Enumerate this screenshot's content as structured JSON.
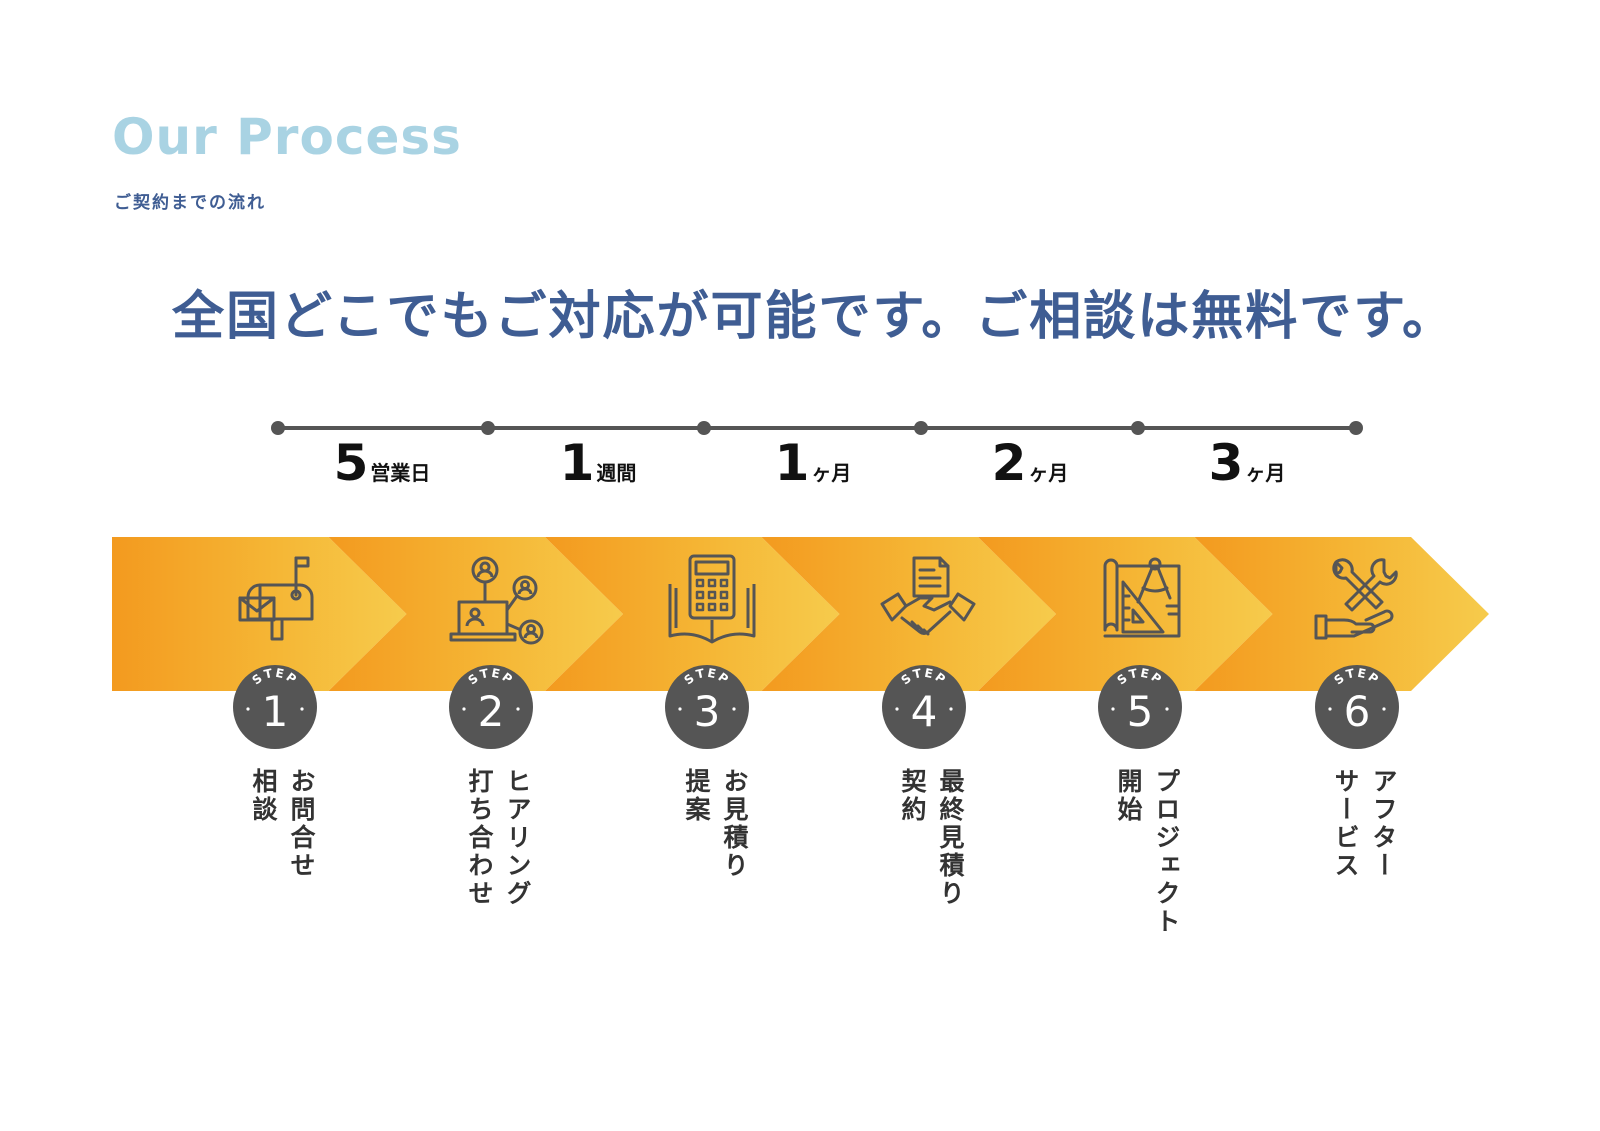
{
  "header": {
    "title": "Our Process",
    "subtitle": "ご契約までの流れ",
    "headline": "全国どこでもご対応が可能です。ご相談は無料です。"
  },
  "badge_label": "STEP",
  "durations": [
    {
      "num": "5",
      "unit": "営業日"
    },
    {
      "num": "1",
      "unit": "週間"
    },
    {
      "num": "1",
      "unit": "ヶ月"
    },
    {
      "num": "2",
      "unit": "ヶ月"
    },
    {
      "num": "3",
      "unit": "ヶ月"
    }
  ],
  "steps": [
    {
      "number": "1",
      "icon": "mailbox-icon",
      "lines": [
        "お問合せ",
        "相談"
      ]
    },
    {
      "number": "2",
      "icon": "online-meeting-icon",
      "lines": [
        "ヒアリング",
        "打ち合わせ"
      ]
    },
    {
      "number": "3",
      "icon": "calculator-book-icon",
      "lines": [
        "お見積り",
        "提案"
      ]
    },
    {
      "number": "4",
      "icon": "handshake-contract-icon",
      "lines": [
        "最終見積り",
        "契約"
      ]
    },
    {
      "number": "5",
      "icon": "blueprint-compass-icon",
      "lines": [
        "プロジェクト",
        "開始"
      ]
    },
    {
      "number": "6",
      "icon": "tools-hand-icon",
      "lines": [
        "アフター",
        "サービス"
      ]
    }
  ],
  "colors": {
    "title": "#a9d3e3",
    "navy": "#3f5d93",
    "arrow_dark": "#f39a1f",
    "arrow_light": "#f6c94a",
    "badge": "#555555",
    "timeline": "#555555"
  }
}
